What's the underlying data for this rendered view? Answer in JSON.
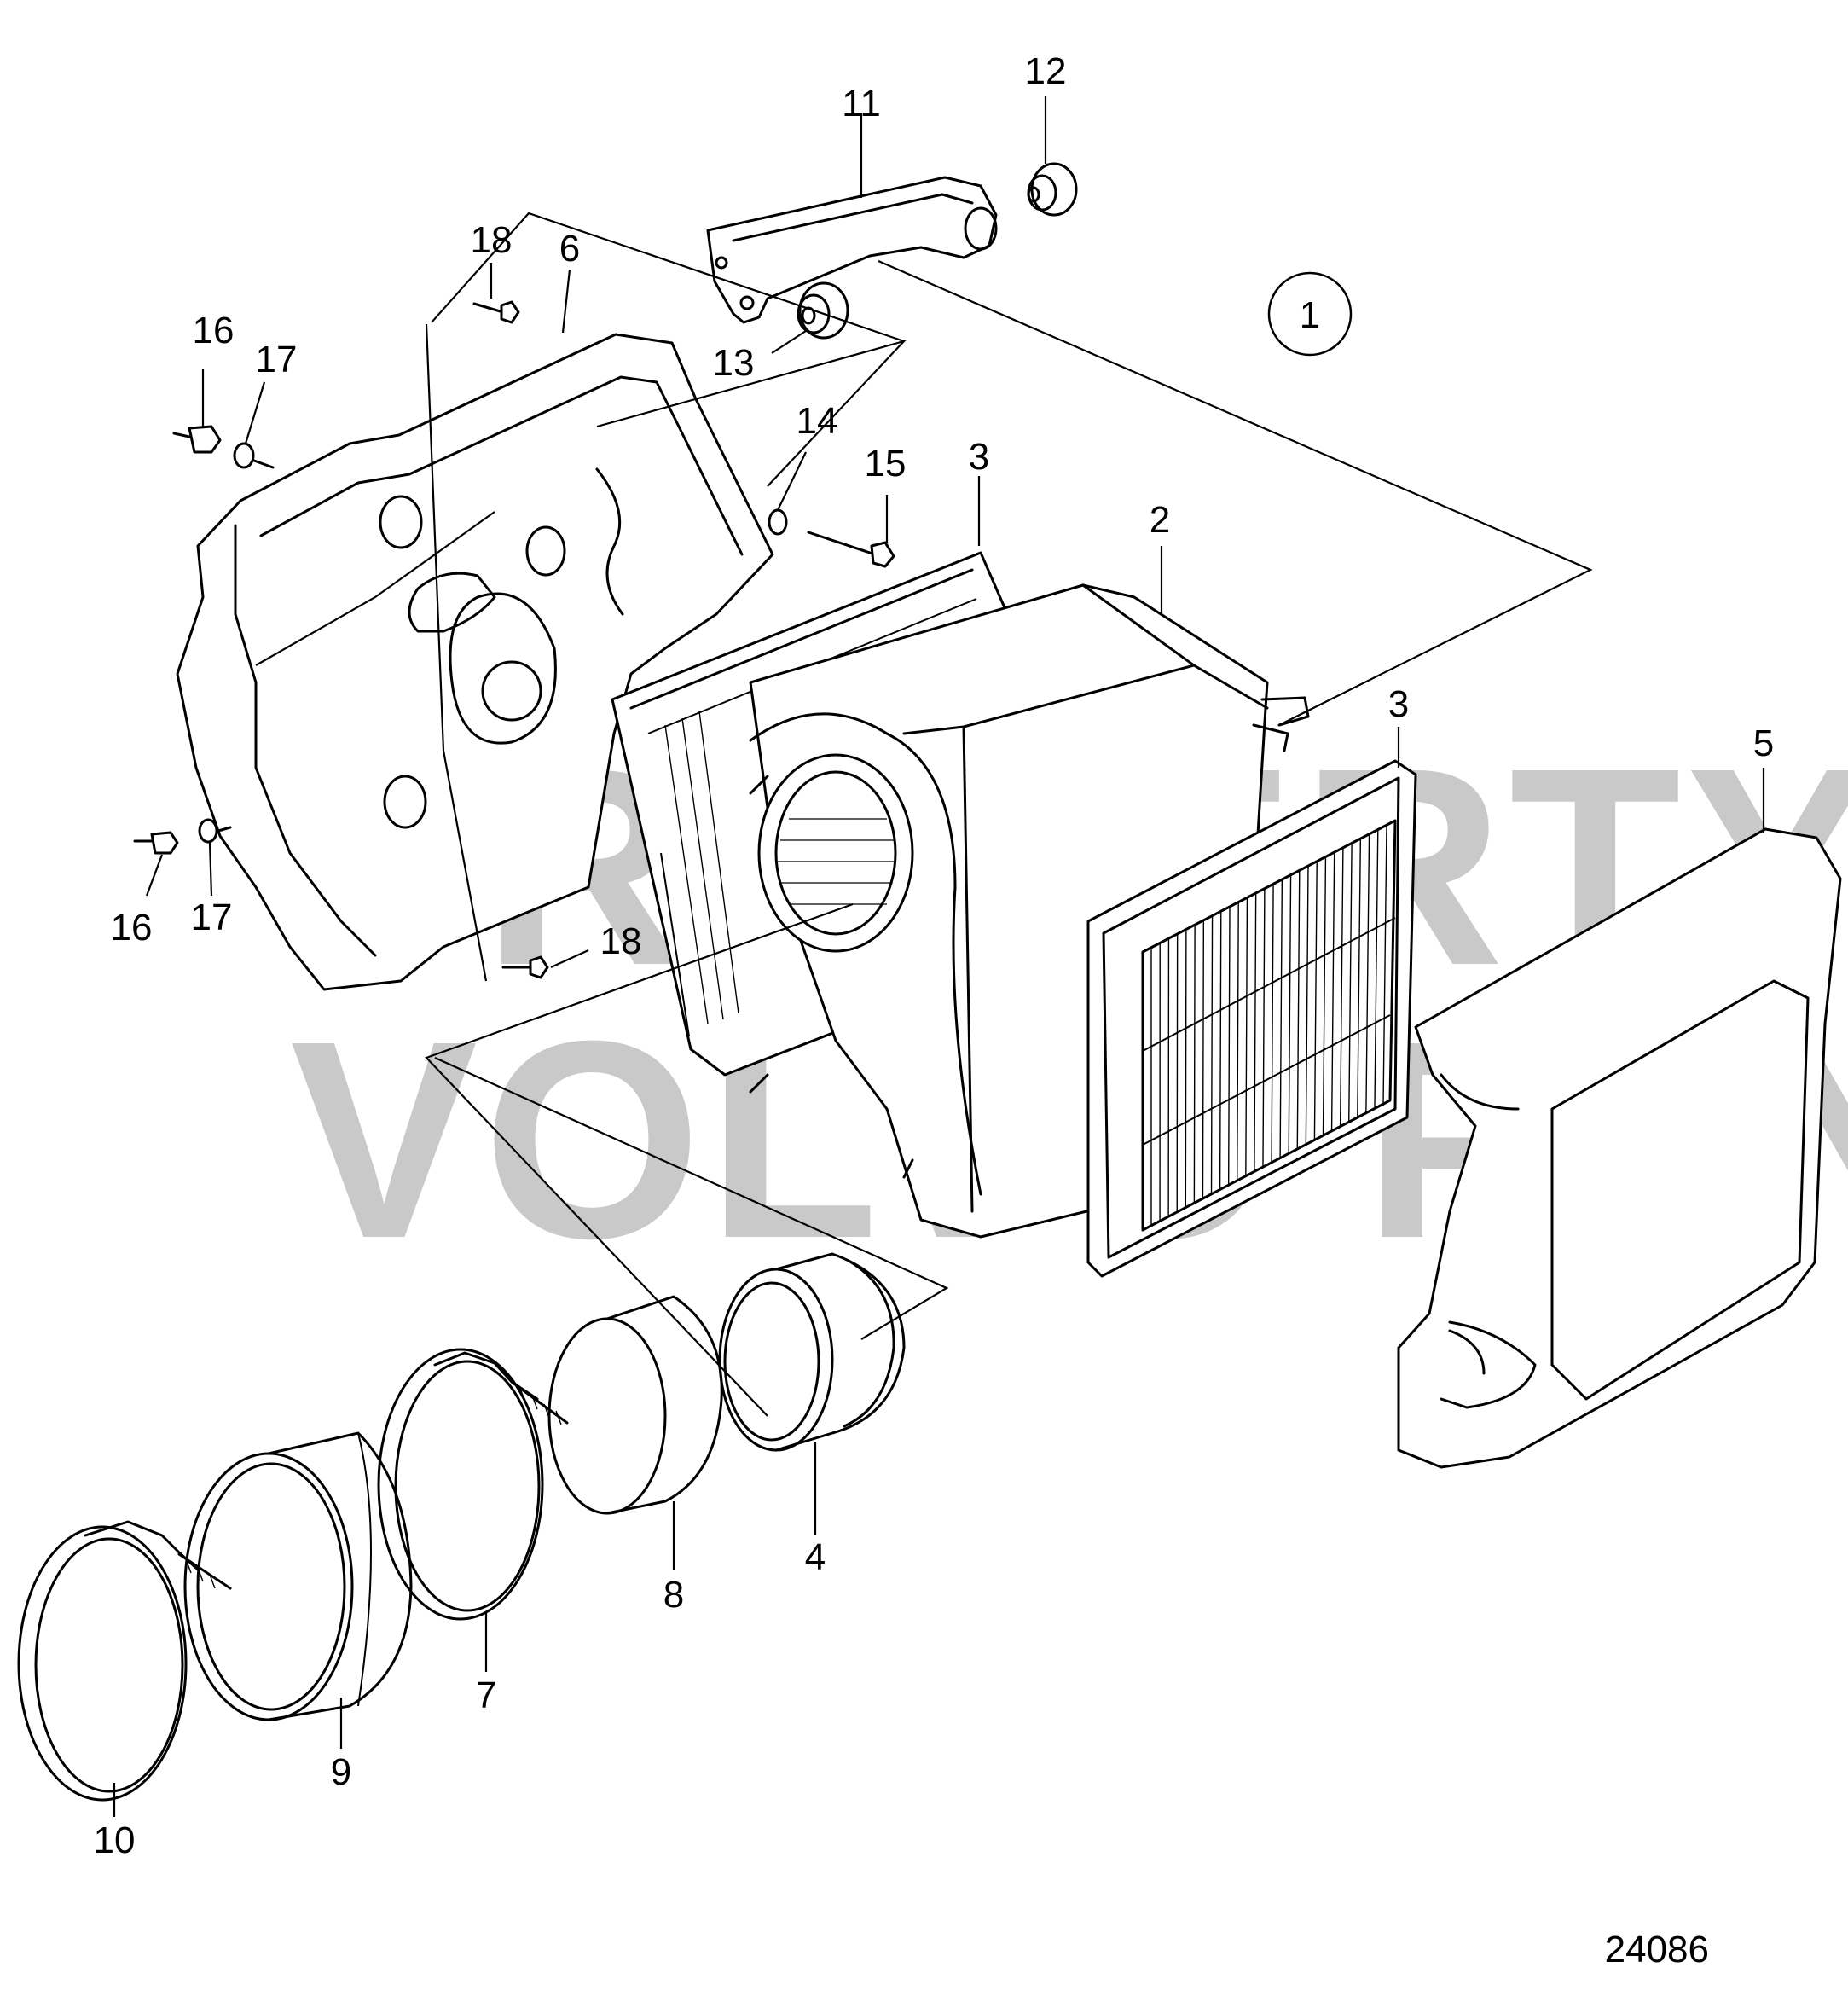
{
  "diagram": {
    "figure_number": "24086",
    "group_marker": "1",
    "watermark": [
      "PROPERTY OF",
      "VOLVO PENTA"
    ],
    "callouts": [
      {
        "id": "c12",
        "label": "12"
      },
      {
        "id": "c11",
        "label": "11"
      },
      {
        "id": "c18a",
        "label": "18"
      },
      {
        "id": "c6",
        "label": "6"
      },
      {
        "id": "c16a",
        "label": "16"
      },
      {
        "id": "c17a",
        "label": "17"
      },
      {
        "id": "c13",
        "label": "13"
      },
      {
        "id": "c14",
        "label": "14"
      },
      {
        "id": "c15",
        "label": "15"
      },
      {
        "id": "c3a",
        "label": "3"
      },
      {
        "id": "c2",
        "label": "2"
      },
      {
        "id": "c3b",
        "label": "3"
      },
      {
        "id": "c5",
        "label": "5"
      },
      {
        "id": "c16b",
        "label": "16"
      },
      {
        "id": "c17b",
        "label": "17"
      },
      {
        "id": "c18b",
        "label": "18"
      },
      {
        "id": "c4",
        "label": "4"
      },
      {
        "id": "c8",
        "label": "8"
      },
      {
        "id": "c7",
        "label": "7"
      },
      {
        "id": "c9",
        "label": "9"
      },
      {
        "id": "c10",
        "label": "10"
      }
    ]
  }
}
